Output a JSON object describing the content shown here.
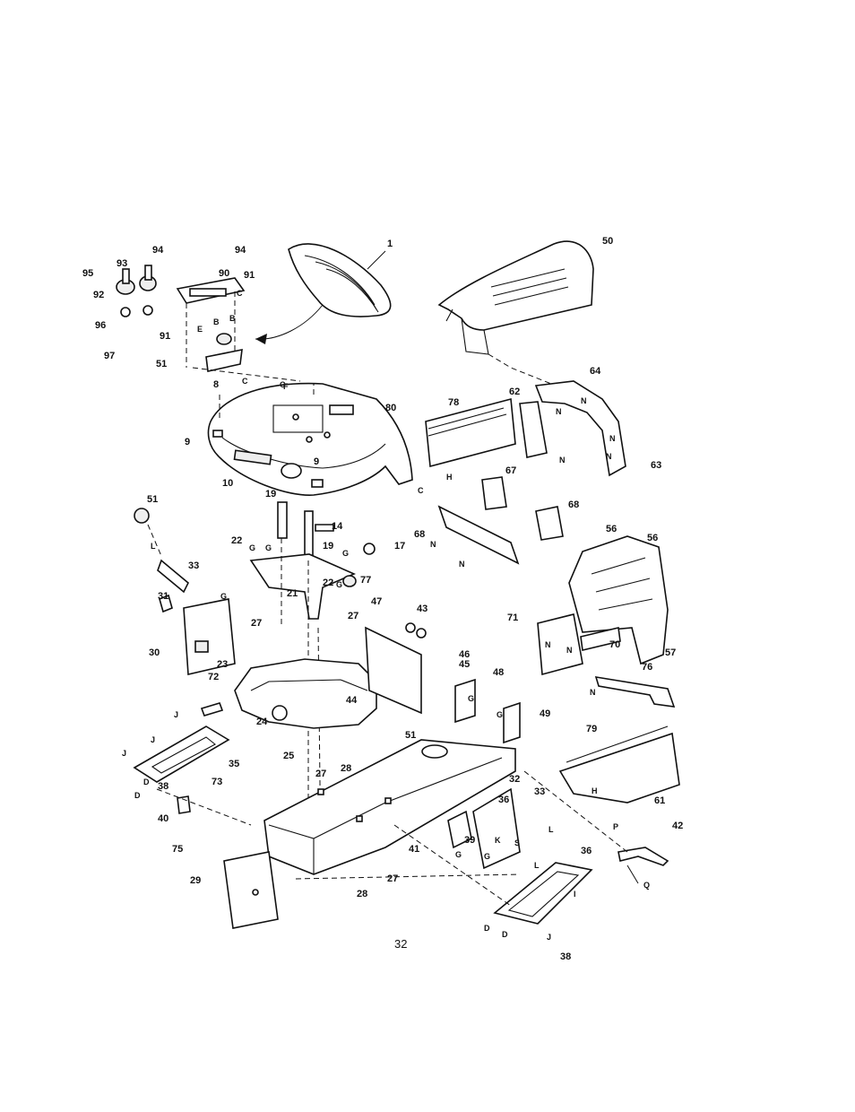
{
  "page_number": "32",
  "callouts": [
    "1",
    "8",
    "9",
    "9",
    "10",
    "14",
    "17",
    "19",
    "19",
    "21",
    "22",
    "22",
    "23",
    "24",
    "25",
    "27",
    "27",
    "27",
    "27",
    "28",
    "28",
    "29",
    "30",
    "31",
    "32",
    "33",
    "33",
    "35",
    "36",
    "36",
    "38",
    "38",
    "39",
    "40",
    "41",
    "42",
    "43",
    "44",
    "45",
    "46",
    "47",
    "48",
    "49",
    "50",
    "51",
    "51",
    "51",
    "56",
    "56",
    "57",
    "61",
    "62",
    "63",
    "64",
    "67",
    "68",
    "68",
    "70",
    "71",
    "72",
    "73",
    "75",
    "76",
    "77",
    "78",
    "79",
    "80",
    "90",
    "91",
    "91",
    "92",
    "93",
    "94",
    "94",
    "95",
    "96",
    "97"
  ],
  "letter_marks": [
    "B",
    "B",
    "C",
    "C",
    "C",
    "C",
    "D",
    "D",
    "D",
    "D",
    "E",
    "F",
    "G",
    "G",
    "G",
    "G",
    "G",
    "G",
    "G",
    "G",
    "G",
    "H",
    "H",
    "I",
    "J",
    "J",
    "J",
    "J",
    "K",
    "L",
    "L",
    "L",
    "N",
    "N",
    "N",
    "N",
    "N",
    "N",
    "N",
    "N",
    "N",
    "N",
    "P",
    "Q",
    "S"
  ]
}
